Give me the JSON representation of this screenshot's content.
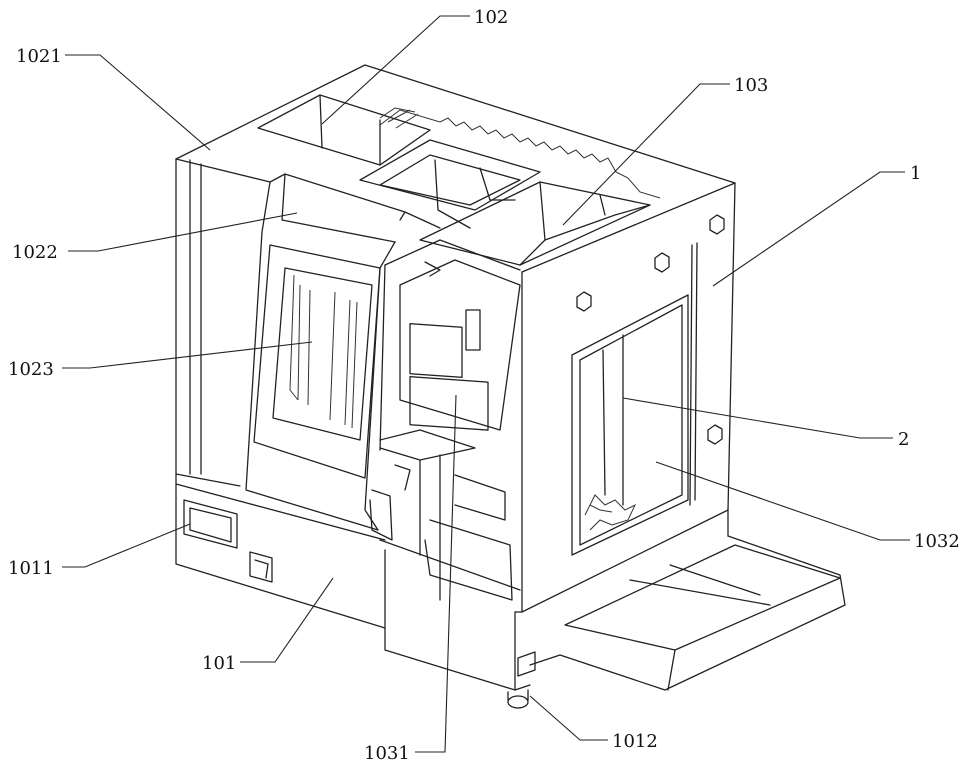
{
  "labels": {
    "l102": "102",
    "l1021": "1021",
    "l103": "103",
    "l1": "1",
    "l1022": "1022",
    "l1023": "1023",
    "l2": "2",
    "l1032": "1032",
    "l1011": "1011",
    "l101": "101",
    "l1031": "1031",
    "l1012": "1012"
  },
  "colors": {
    "line": "#222222",
    "background": "#ffffff"
  }
}
